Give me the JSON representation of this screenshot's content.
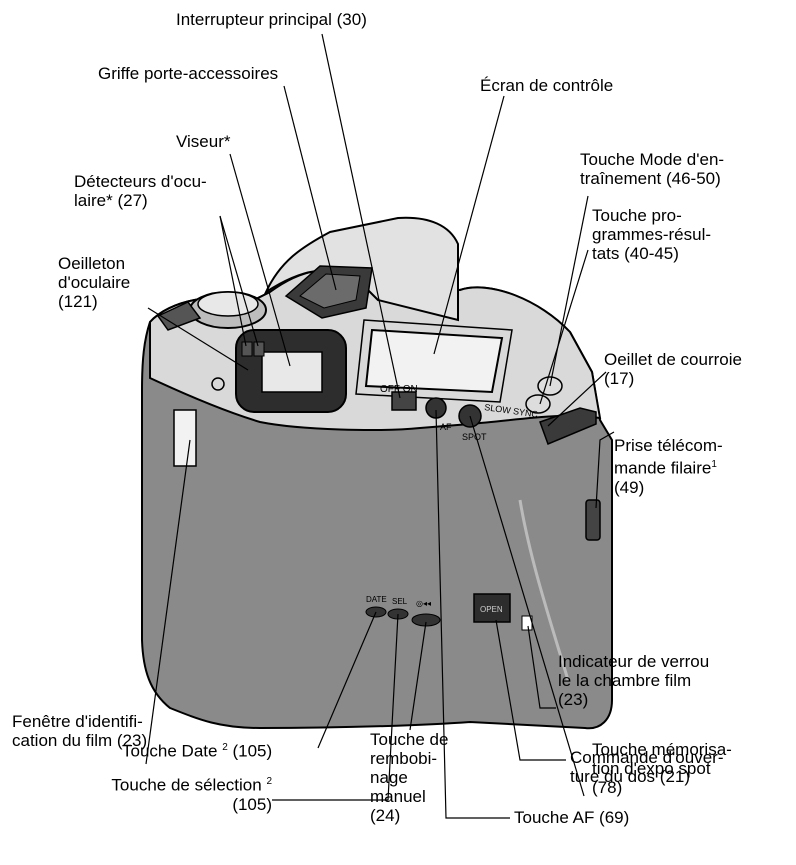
{
  "labels": {
    "interrupteur": "Interrupteur principal  (30)",
    "griffe": "Griffe porte-accessoires",
    "ecran": "Écran de contrôle",
    "viseur": "Viseur*",
    "detecteurs": "Détecteurs d'ocu-\nlaire* (27)",
    "oeilleton": "Oeilleton\nd'oculaire\n(121)",
    "mode": "Touche Mode d'en-\ntraînement (46-50)",
    "programmes": "Touche pro-\ngrammes-résul-\ntats (40-45)",
    "oeillet": "Oeillet de courroie\n(17)",
    "prise": "Prise télécom-\nmande filaire",
    "prise_ref": "(49)",
    "fenetre": "Fenêtre d'identifi-\ncation du film (23)",
    "memorisation": "Touche mémorisa-\ntion d'expo spot\n(78)",
    "indicateur": "Indicateur de verrou\nle la chambre film\n(23)",
    "date": "Touche Date",
    "date_ref": "(105)",
    "selection": "Touche de sélection",
    "selection_ref": "(105)",
    "rembobinage": "Touche de\nrembobi-\nnage\nmanuel\n(24)",
    "ouverture": "Commande d'ouver-\nture du dos  (21)",
    "af": "Touche  AF (69)"
  },
  "footnotes": {
    "one": "1",
    "two": "2"
  },
  "camera_markings": {
    "off_on": "OFF  ON",
    "af": "AF",
    "spot": "SPOT",
    "slow_sync": "SLOW SYNC",
    "date": "DATE",
    "sel": "SEL",
    "rewind": "◎◂◂",
    "open": "OPEN"
  }
}
